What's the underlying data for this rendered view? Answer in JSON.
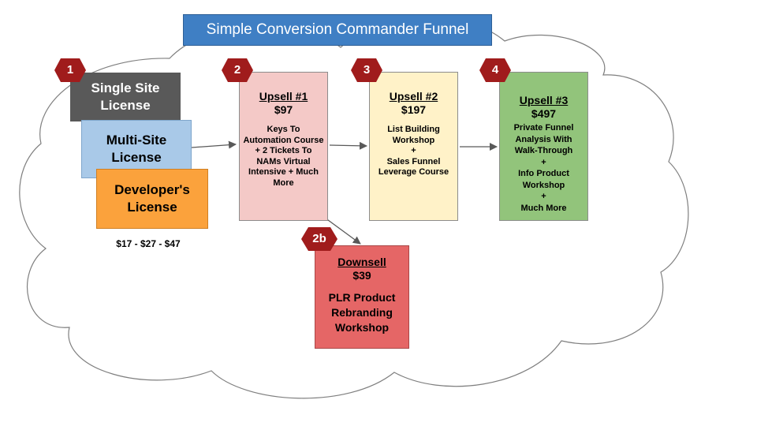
{
  "title": "Simple Conversion Commander Funnel",
  "licenses": {
    "single": "Single Site License",
    "multi": "Multi-Site License",
    "developer": "Developer's License",
    "prices": "$17 - $27 - $47"
  },
  "steps": {
    "step1": "1",
    "step2": "2",
    "step3": "3",
    "step4": "4",
    "step2b": "2b"
  },
  "upsell1": {
    "heading": "Upsell #1",
    "price": "$97",
    "desc": "Keys To Automation Course + 2 Tickets To NAMs Virtual Intensive + Much More"
  },
  "upsell2": {
    "heading": "Upsell #2",
    "price": "$197",
    "desc_lines": [
      "List Building",
      "Workshop",
      "+",
      "Sales Funnel",
      "Leverage Course"
    ]
  },
  "upsell3": {
    "heading": "Upsell #3",
    "price": "$497",
    "desc_lines": [
      "Private Funnel",
      "Analysis With",
      "Walk-Through",
      "+",
      "Info Product",
      "Workshop",
      "+",
      "Much More"
    ]
  },
  "downsell": {
    "heading": "Downsell",
    "price": "$39",
    "desc": "PLR Product Rebranding Workshop"
  },
  "colors": {
    "title_bg": "#3f7fc4",
    "badge": "#a01c1c",
    "single_bg": "#595959",
    "multi_bg": "#a9c9e8",
    "developer_bg": "#fba23c",
    "upsell1_bg": "#f4c9c7",
    "upsell2_bg": "#fff2c8",
    "upsell3_bg": "#92c47b",
    "downsell_bg": "#e56666"
  }
}
